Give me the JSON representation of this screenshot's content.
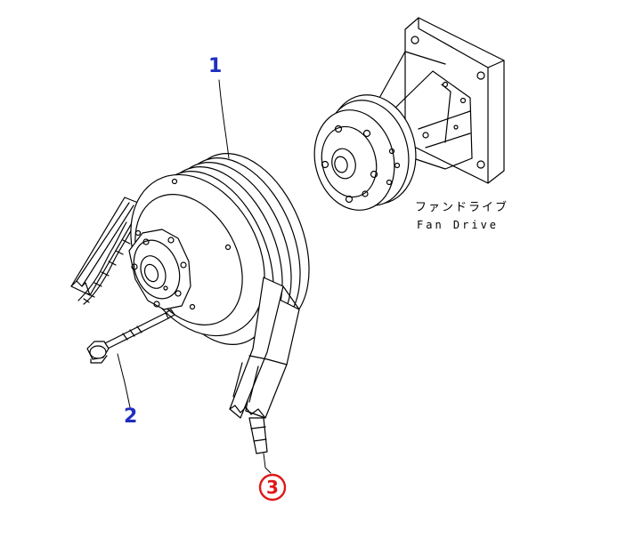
{
  "callouts": [
    {
      "number": "1",
      "part": "pulley"
    },
    {
      "number": "2",
      "part": "bolt"
    },
    {
      "number": "3",
      "part": "v-belt"
    }
  ],
  "fan_drive": {
    "label_ja": "ファンドライブ",
    "label_en": "Fan Drive"
  },
  "colors": {
    "line": "#000000",
    "callout_blue": "#1f2fbf",
    "callout_highlight": "#e01818"
  }
}
